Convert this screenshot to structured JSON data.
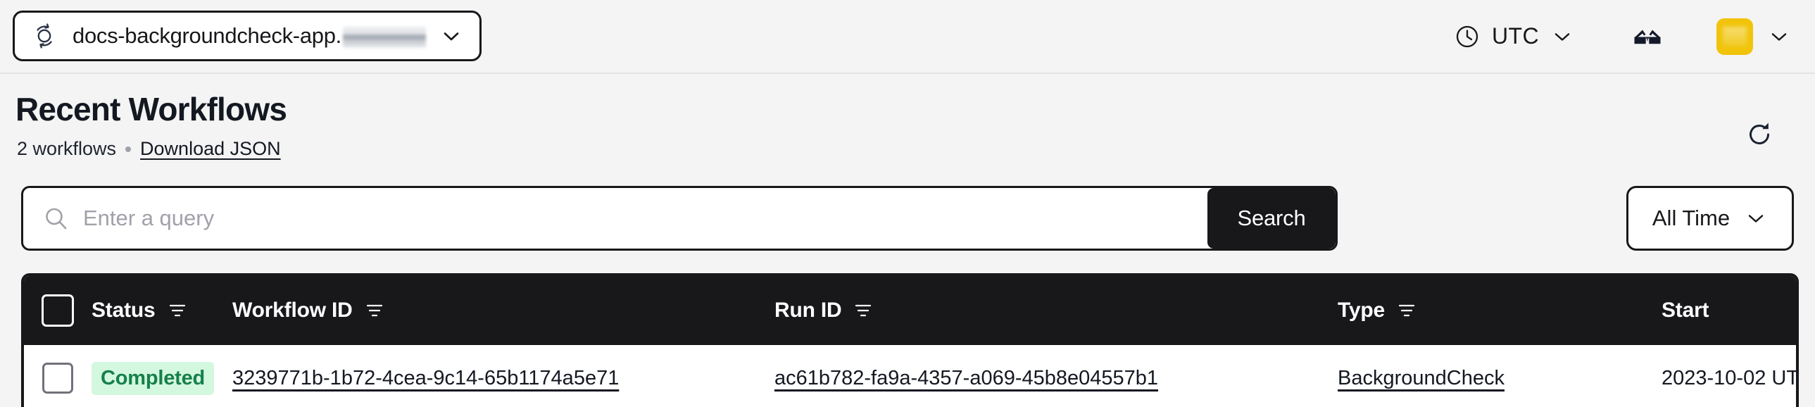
{
  "topbar": {
    "namespace": {
      "icon": "namespace-circular-arrows-icon",
      "label": "docs-backgroundcheck-app.",
      "redacted": true,
      "chevron": "chevron-down-icon"
    },
    "timezone": {
      "icon": "clock-icon",
      "label": "UTC",
      "chevron": "chevron-down-icon"
    },
    "glasses": {
      "icon": "glasses-icon"
    },
    "account": {
      "avatar_color": "#F1C40A",
      "chevron": "chevron-down-icon"
    }
  },
  "page": {
    "title": "Recent Workflows",
    "count_label": "2 workflows",
    "separator": "•",
    "download_label": "Download JSON",
    "refresh_icon": "refresh-icon"
  },
  "search": {
    "icon": "search-icon",
    "value": "",
    "placeholder": "Enter a query",
    "button_label": "Search",
    "time_filter_label": "All Time",
    "time_filter_chevron": "chevron-down-icon"
  },
  "table": {
    "select_all": {
      "checked": false
    },
    "columns": [
      {
        "label": "Status",
        "filter": true
      },
      {
        "label": "Workflow ID",
        "filter": true
      },
      {
        "label": "Run ID",
        "filter": true
      },
      {
        "label": "Type",
        "filter": true
      },
      {
        "label": "Start",
        "filter": false
      }
    ],
    "rows": [
      {
        "checked": false,
        "status": "Completed",
        "status_color": "#16804A",
        "status_bg": "#D4F7DF",
        "workflow_id": "3239771b-1b72-4cea-9c14-65b1174a5e71",
        "run_id": "ac61b782-fa9a-4357-a069-45b8e04557b1",
        "type": "BackgroundCheck",
        "start": "2023-10-02 UT"
      }
    ]
  }
}
